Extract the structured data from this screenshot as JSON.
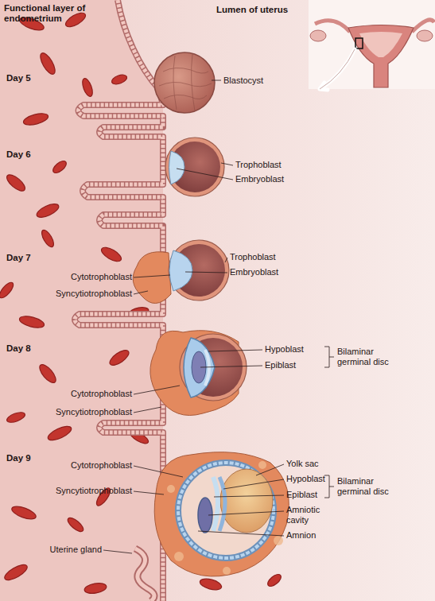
{
  "diagram": {
    "labels": [
      "Functional layer of endometrium",
      "Lumen of uterus",
      "Day 5",
      "Blastocyst",
      "Day 6",
      "Trophoblast",
      "Embryoblast",
      "Day 7",
      "Trophoblast",
      "Embryoblast",
      "Cytotrophoblast",
      "Syncytiotrophoblast",
      "Day 8",
      "Hypoblast",
      "Epiblast",
      "Bilaminar germinal disc",
      "Cytotrophoblast",
      "Syncytiotrophoblast",
      "Day 9",
      "Cytotrophoblast",
      "Syncytiotrophoblast",
      "Yolk sac",
      "Hypoblast",
      "Epiblast",
      "Bilaminar germinal disc",
      "Amniotic cavity",
      "Amnion",
      "Uterine gland"
    ]
  }
}
